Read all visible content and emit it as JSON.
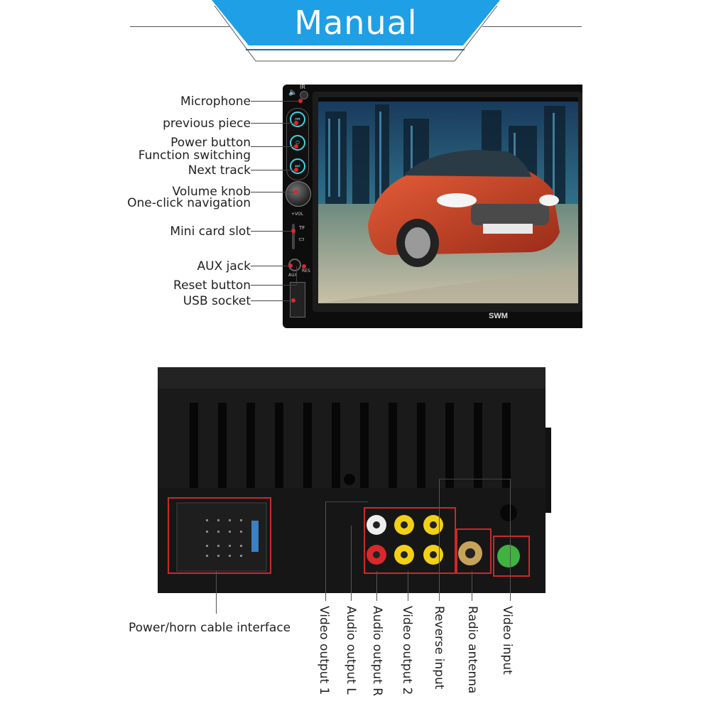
{
  "header": {
    "title": "Manual",
    "color": "#1e9fe6"
  },
  "front_panel": {
    "screen_brand": "SWM",
    "volume_caption": "+VOL",
    "slot_caption": "TF",
    "aux_caption": "AUX",
    "reset_caption": "RES",
    "ir_caption": "IR",
    "labels": [
      "Microphone",
      "previous piece",
      "Power button",
      "Function switching",
      "Next track",
      "Volume knob",
      "One-click navigation",
      "Mini card slot",
      "AUX jack",
      "Reset button",
      "USB socket"
    ],
    "button_icons": [
      "previous-icon",
      "power-mode-icon",
      "next-icon"
    ],
    "button_color": "#3fd3e0"
  },
  "rear_panel": {
    "left_label": "Power/horn cable interface",
    "vertical_labels": [
      "Video output 1",
      "Audio output L",
      "Audio output R",
      "Video output 2",
      "Reverse input",
      "Radio antenna",
      "Video input"
    ],
    "highlight_color": "#c82a2a"
  }
}
